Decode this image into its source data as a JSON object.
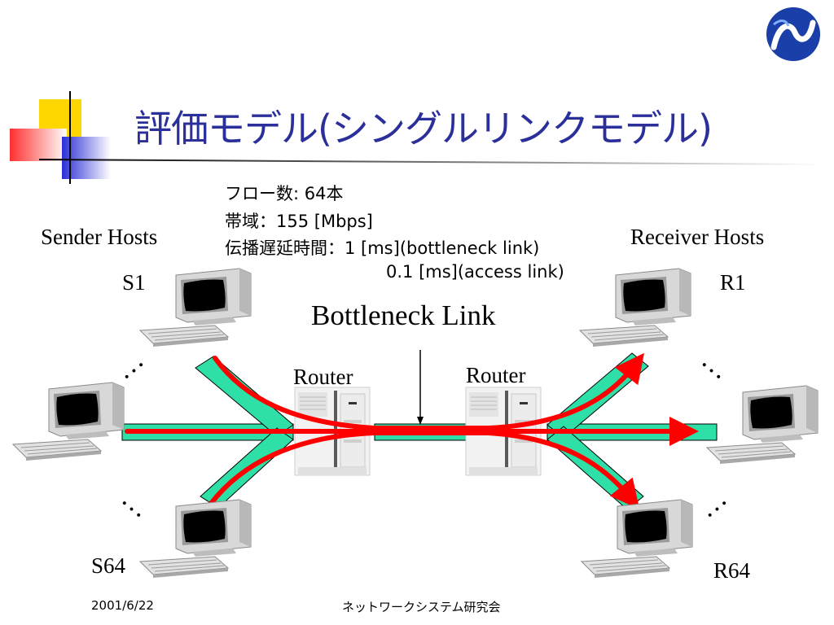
{
  "slide": {
    "title": "評価モデル(シングルリンクモデル)",
    "specs": {
      "flows": "フロー数: 64本",
      "bandwidth": "帯域：155 [Mbps]",
      "delay_bottleneck": "伝播遅延時間：1 [ms](bottleneck link)",
      "delay_access": "0.1 [ms](access link)"
    },
    "sender_hosts_label": "Sender Hosts",
    "receiver_hosts_label": "Receiver Hosts",
    "bottleneck_label": "Bottleneck Link",
    "router_left_label": "Router",
    "router_right_label": "Router",
    "host_labels": {
      "s1": "S1",
      "s64": "S64",
      "r1": "R1",
      "r64": "R64"
    },
    "ellipsis": "…",
    "footer": {
      "date": "2001/6/22",
      "organization": "ネットワークシステム研究会"
    }
  },
  "colors": {
    "title": "#2b2f9a",
    "link_fill": "#2ee0a8",
    "flow_arrow": "#ff0000",
    "deco_yellow": "#ffd700",
    "deco_blue": "#2a2fd6",
    "deco_red": "#ff3030",
    "logo_blue": "#1a3fa8"
  }
}
